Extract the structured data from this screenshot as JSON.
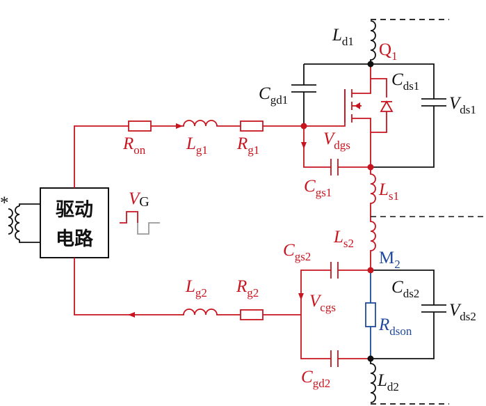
{
  "colors": {
    "power": "#111111",
    "drive": "#c8141e",
    "device": "#1f4a9c",
    "gray": "#9a9a9a"
  },
  "driver_box": {
    "line1": "驱动",
    "line2": "电路"
  },
  "star": "*",
  "labels": {
    "Ld1": {
      "main": "L",
      "sub": "d1"
    },
    "Q1": {
      "main": "Q",
      "sub": "1"
    },
    "Cgd1": {
      "main": "C",
      "sub": "gd1"
    },
    "Cds1": {
      "main": "C",
      "sub": "ds1"
    },
    "Vds1": {
      "main": "V",
      "sub": "ds1"
    },
    "Ron": {
      "main": "R",
      "sub": "on"
    },
    "Lg1": {
      "main": "L",
      "sub": "g1"
    },
    "Rg1": {
      "main": "R",
      "sub": "g1"
    },
    "Vdgs": {
      "main": "V",
      "sub": "dgs"
    },
    "Cgs1": {
      "main": "C",
      "sub": "gs1"
    },
    "Ls1": {
      "main": "L",
      "sub": "s1"
    },
    "VG": {
      "main": "V",
      "sub": "G"
    },
    "Ls2": {
      "main": "L",
      "sub": "s2"
    },
    "Cgs2": {
      "main": "C",
      "sub": "gs2"
    },
    "M2": {
      "main": "M",
      "sub": "2"
    },
    "Cds2": {
      "main": "C",
      "sub": "ds2"
    },
    "Vds2": {
      "main": "V",
      "sub": "ds2"
    },
    "Lg2": {
      "main": "L",
      "sub": "g2"
    },
    "Rg2": {
      "main": "R",
      "sub": "g2"
    },
    "Vcgs": {
      "main": "V",
      "sub": "cgs"
    },
    "Rdson": {
      "main": "R",
      "sub": "dson"
    },
    "Cgd2": {
      "main": "C",
      "sub": "gd2"
    },
    "Ld2": {
      "main": "L",
      "sub": "d2"
    }
  }
}
